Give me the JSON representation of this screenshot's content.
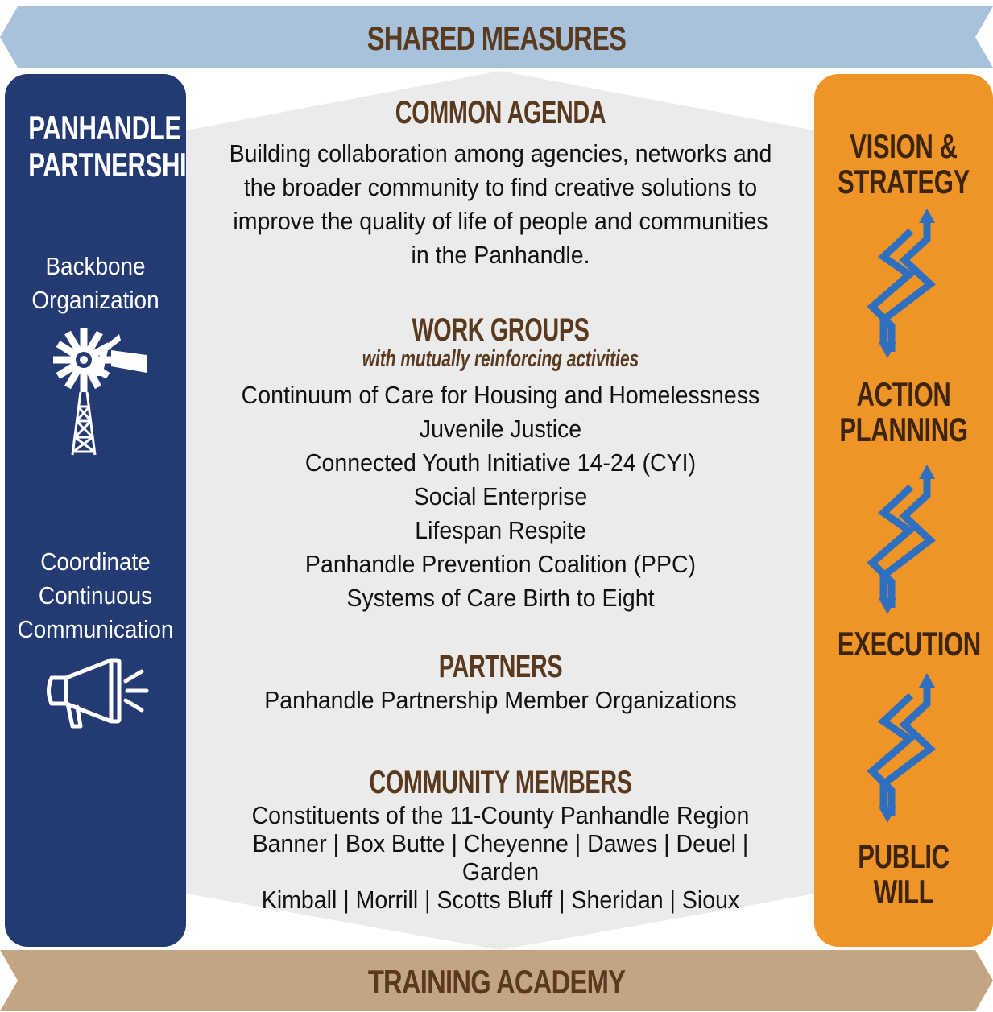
{
  "top_banner": {
    "label": "SHARED MEASURES"
  },
  "bottom_banner": {
    "label": "TRAINING ACADEMY"
  },
  "left_panel": {
    "title_lines": [
      "PANHANDLE",
      "PARTNERSHIP"
    ],
    "backbone_lines": [
      "Backbone",
      "Organization"
    ],
    "coordinate_lines": [
      "Coordinate",
      "Continuous",
      "Communication"
    ],
    "icons": [
      "windmill-icon",
      "megaphone-icon"
    ]
  },
  "center": {
    "common_agenda": {
      "heading": "COMMON AGENDA",
      "lines": [
        "Building collaboration among agencies, networks and",
        "the broader community to find creative solutions to",
        "improve the quality of life of people and communities",
        "in the Panhandle."
      ]
    },
    "work_groups": {
      "heading": "WORK GROUPS",
      "subheading": "with mutually reinforcing activities",
      "items": [
        "Continuum of Care for Housing and Homelessness",
        "Juvenile Justice",
        "Connected Youth Initiative 14-24 (CYI)",
        "Social Enterprise",
        "Lifespan Respite",
        "Panhandle Prevention Coalition (PPC)",
        "Systems of Care Birth to Eight"
      ]
    },
    "partners": {
      "heading": "PARTNERS",
      "text": "Panhandle Partnership Member Organizations"
    },
    "community_members": {
      "heading": "COMMUNITY MEMBERS",
      "lines": [
        "Constituents of the 11-County Panhandle Region",
        "Banner | Box Butte | Cheyenne | Dawes | Deuel | Garden",
        "Kimball | Morrill | Scotts Bluff | Sheridan | Sioux"
      ]
    }
  },
  "right_panel": {
    "vision_lines": [
      "VISION &",
      "STRATEGY"
    ],
    "action_lines": [
      "ACTION",
      "PLANNING"
    ],
    "execution_label": "EXECUTION",
    "public_will_label": "PUBLIC WILL",
    "icons": [
      "zigzag-arrow-icon"
    ]
  },
  "colors": {
    "top_banner": "#a9c2dc",
    "bottom_banner": "#c4a583",
    "left_panel": "#243a73",
    "right_panel": "#ef9527",
    "center_bg": "#ebebeb",
    "heading_brown": "#5a3a1e",
    "arrow_blue": "#2f6fc0"
  }
}
